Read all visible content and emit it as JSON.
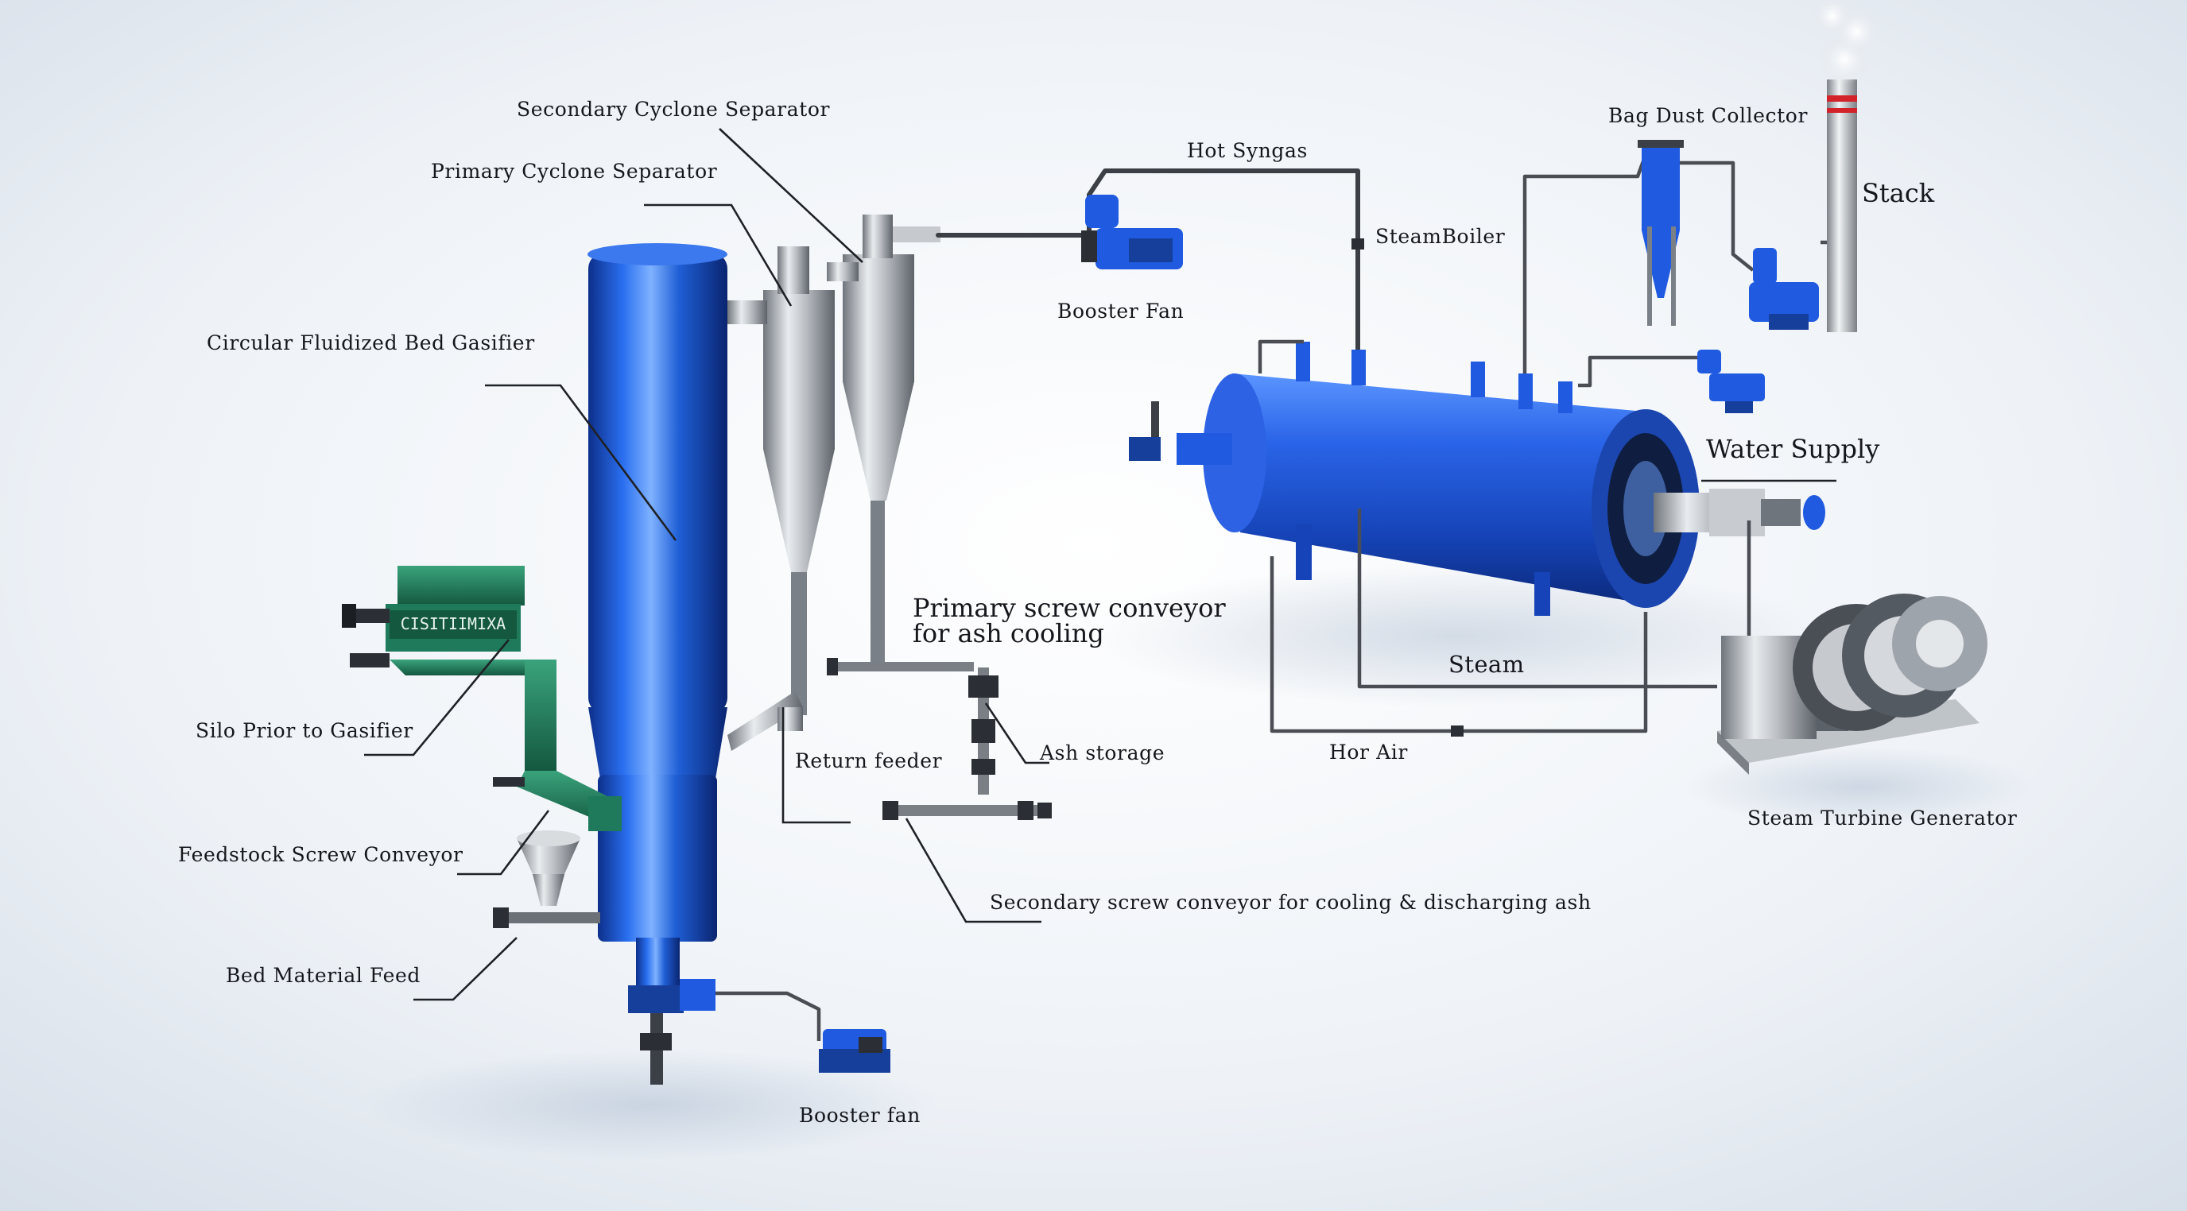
{
  "labels": {
    "secondary_cyclone": "Secondary Cyclone Separator",
    "primary_cyclone": "Primary Cyclone Separator",
    "cfb_gasifier": "Circular Fluidized Bed Gasifier",
    "silo": "Silo Prior to Gasifier",
    "feedstock_conveyor": "Feedstock Screw Conveyor",
    "bed_material": "Bed Material Feed",
    "booster_fan_bottom": "Booster fan",
    "return_feeder": "Return feeder",
    "primary_screw_line1": "Primary screw conveyor",
    "primary_screw_line2": "for ash cooling",
    "ash_storage": "Ash storage",
    "secondary_screw": "Secondary screw conveyor for cooling & discharging ash",
    "hot_syngas": "Hot Syngas",
    "booster_fan_top": "Booster Fan",
    "steam_boiler": "SteamBoiler",
    "bag_dust": "Bag Dust Collector",
    "stack": "Stack",
    "water_supply": "Water Supply",
    "steam": "Steam",
    "hor_air": "Hor Air",
    "turbine": "Steam Turbine Generator"
  },
  "silo_text": "CISITIIMIXA",
  "colors": {
    "gasifier_blue": "#1f5fd6",
    "boiler_blue": "#1f5ae0",
    "silo_green": "#1e7a5a",
    "steel": "#b9bdc2",
    "stack_band": "#d2232a"
  }
}
